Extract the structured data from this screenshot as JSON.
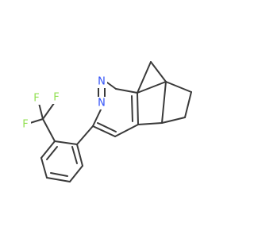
{
  "molecule": {
    "atoms": {
      "n1": {
        "symbol": "N",
        "color": "#3050f8"
      },
      "n2": {
        "symbol": "N",
        "color": "#3050f8"
      },
      "f1": {
        "symbol": "F",
        "color": "#90e050"
      },
      "f2": {
        "symbol": "F",
        "color": "#90e050"
      },
      "f3": {
        "symbol": "F",
        "color": "#90e050"
      }
    },
    "bond_color": "#3a3a3a"
  }
}
